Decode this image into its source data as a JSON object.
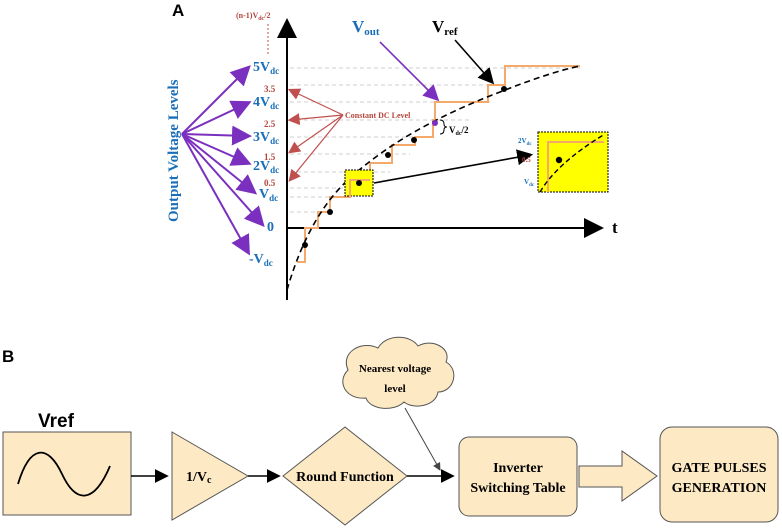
{
  "panelA": {
    "label": "A",
    "yaxis_title": "Output Voltage Levels",
    "levels": [
      "5V",
      "4V",
      "3V",
      "2V",
      "V",
      "0",
      "-V"
    ],
    "level_sub": "dc",
    "half_levels": [
      "3.5",
      "2.5",
      "1.5",
      "0.5"
    ],
    "top_label": "(n-1)V",
    "top_label_sub": "dc",
    "top_label_tail": "/2",
    "constant_dc": "Constant DC Level",
    "vout": "V",
    "vout_sub": "out",
    "vref": "V",
    "vref_sub": "ref",
    "half_step": "V",
    "half_step_sub": "dc",
    "half_step_tail": "/2",
    "taxis": "t",
    "inset_top": "2V",
    "inset_top_sub": "dc",
    "inset_mid": "0.5",
    "inset_bot": "V",
    "inset_bot_sub": "dc",
    "colors": {
      "arrow_purple": "#7b2fbf",
      "arrow_red": "#c0504d",
      "step_orange": "#f5a96b",
      "highlight": "#ffff00",
      "blue": "#1a6fb8"
    }
  },
  "panelB": {
    "label": "B",
    "vref": "Vref",
    "gain": "1/V",
    "gain_sub": "c",
    "round": "Round Function",
    "cloud_line1": "Nearest voltage",
    "cloud_line2": "level",
    "table_line1": "Inverter",
    "table_line2": "Switching Table",
    "gate_line1": "GATE PULSES",
    "gate_line2": "GENERATION",
    "box_fill": "#fde9c4"
  }
}
